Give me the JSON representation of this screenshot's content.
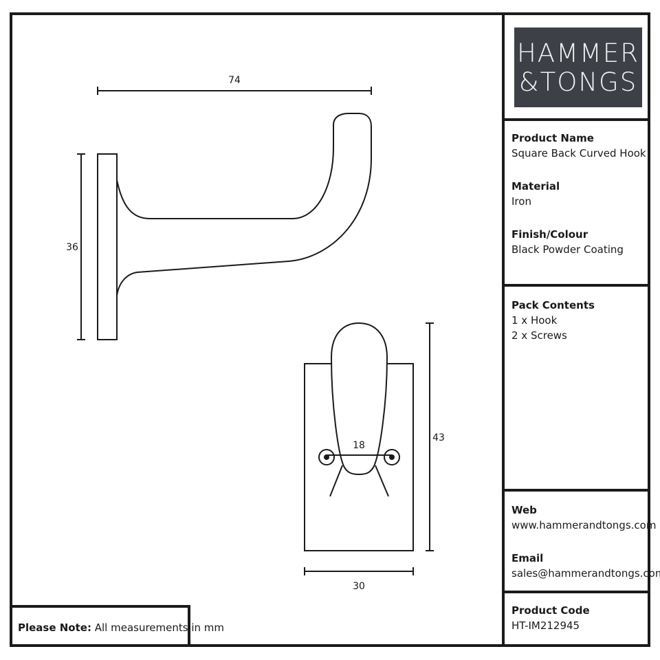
{
  "brand": {
    "line1": "HAMMER",
    "line2": "&TONGS",
    "bg_color": "#3d4046"
  },
  "product": {
    "name_label": "Product Name",
    "name_value": "Square Back Curved Hook",
    "material_label": "Material",
    "material_value": "Iron",
    "finish_label": "Finish/Colour",
    "finish_value": "Black Powder Coating"
  },
  "pack": {
    "label": "Pack Contents",
    "items": [
      "1 x Hook",
      "2 x Screws"
    ]
  },
  "contact": {
    "web_label": "Web",
    "web_value": "www.hammerandtongs.com",
    "email_label": "Email",
    "email_value": "sales@hammerandtongs.com"
  },
  "code": {
    "label": "Product Code",
    "value": "HT-IM212945"
  },
  "note": {
    "label": "Please Note:",
    "text": "All measurements in mm"
  },
  "dimensions": {
    "side_length": "74",
    "side_height": "36",
    "front_height": "43",
    "front_width": "30",
    "hole_spacing": "18"
  },
  "icons": {
    "keyhole": "keyhole-icon"
  }
}
